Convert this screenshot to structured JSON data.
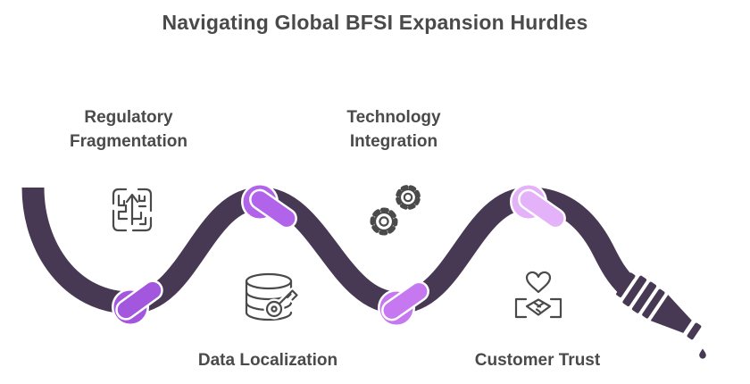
{
  "title": "Navigating Global BFSI Expansion Hurdles",
  "colors": {
    "background": "#ffffff",
    "rope": "#473853",
    "icon": "#4a4a4a",
    "text": "#4a4a4a",
    "knots": [
      "#a356de",
      "#b163e9",
      "#c678f1",
      "#e3b2f9"
    ]
  },
  "hurdles": [
    {
      "label": "Regulatory Fragmentation",
      "icon": "maze-arrow-icon",
      "position": "top-left"
    },
    {
      "label": "Data Localization",
      "icon": "database-key-icon",
      "position": "bottom-left"
    },
    {
      "label": "Technology Integration",
      "icon": "gears-icon",
      "position": "top-right"
    },
    {
      "label": "Customer Trust",
      "icon": "handshake-heart-icon",
      "position": "bottom-right"
    }
  ]
}
